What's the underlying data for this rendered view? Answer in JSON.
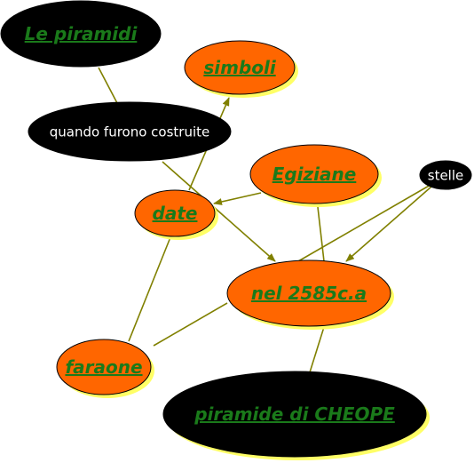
{
  "colors": {
    "edge": "#808000",
    "orange": "#ff6600",
    "black": "#000000",
    "shadow": "#ffff66",
    "green_text": "#1a7a1a",
    "white_text": "#ffffff"
  },
  "nodes": {
    "le_piramidi": {
      "label": "Le piramidi",
      "style": "black",
      "link": true
    },
    "simboli": {
      "label": "simboli",
      "style": "orange",
      "link": true
    },
    "quando": {
      "label": "quando furono costruite",
      "style": "black",
      "link": false
    },
    "egiziane": {
      "label": "Egiziane",
      "style": "orange",
      "link": true
    },
    "stelle": {
      "label": "stelle",
      "style": "black",
      "link": false
    },
    "date": {
      "label": "date",
      "style": "orange",
      "link": true
    },
    "nel2585": {
      "label": "nel 2585c.a",
      "style": "orange",
      "link": true
    },
    "faraone": {
      "label": "faraone",
      "style": "orange",
      "link": true
    },
    "cheope": {
      "label": "piramide di CHEOPE",
      "style": "black",
      "link": true
    }
  },
  "edges": [
    {
      "from": "le_piramidi",
      "to": "quando",
      "arrow": false
    },
    {
      "from": "quando",
      "to": "nel2585",
      "arrow": true
    },
    {
      "from": "date",
      "to": "simboli",
      "arrow": true
    },
    {
      "from": "egiziane",
      "to": "date",
      "arrow": true
    },
    {
      "from": "egiziane",
      "to": "nel2585",
      "arrow": false
    },
    {
      "from": "stelle",
      "to": "nel2585",
      "arrow": true
    },
    {
      "from": "stelle",
      "to": "nel2585",
      "arrow": false
    },
    {
      "from": "date",
      "to": "faraone",
      "arrow": false
    },
    {
      "from": "nel2585",
      "to": "faraone",
      "arrow": false
    },
    {
      "from": "nel2585",
      "to": "cheope",
      "arrow": false
    }
  ]
}
